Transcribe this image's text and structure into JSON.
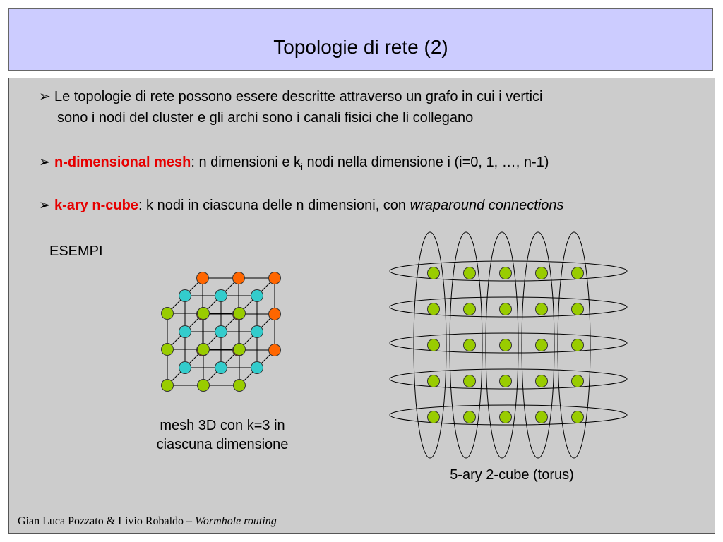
{
  "title": "Topologie di rete (2)",
  "bullets": {
    "b1_line1": "Le topologie di rete possono essere descritte attraverso un grafo in cui i vertici",
    "b1_line2": "sono i nodi del cluster e gli archi sono i canali fisici che li collegano",
    "b2_term": "n-dimensional mesh",
    "b2_text_a": ": n dimensioni e k",
    "b2_sub": "i",
    "b2_text_b": " nodi nella dimensione i (i=0, 1, …, n-1)",
    "b3_term": "k-ary n-cube",
    "b3_text": ": k nodi in ciascuna delle n dimensioni, con ",
    "b3_italic": "wraparound connections"
  },
  "esempi": "ESEMPI",
  "mesh_caption_line1": "mesh 3D con k=3 in",
  "mesh_caption_line2": "ciascuna dimensione",
  "torus_caption": "5-ary 2-cube (torus)",
  "footer_authors": "Gian Luca Pozzato & Livio Robaldo – ",
  "footer_italic": "Wormhole routing",
  "colors": {
    "front_node": "#99cc00",
    "middle_node": "#33cccc",
    "back_node": "#ff6600",
    "title_bg": "#ccccff",
    "content_bg": "#cccccc",
    "highlight": "#e60000"
  }
}
